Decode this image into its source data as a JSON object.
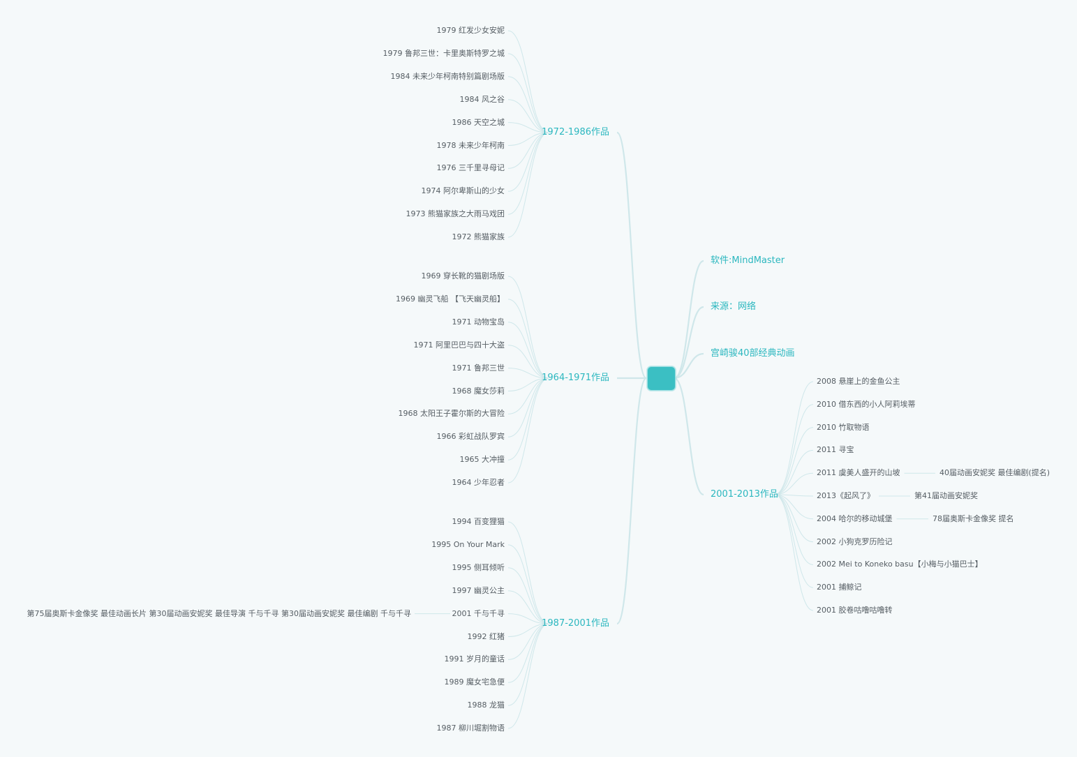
{
  "colors": {
    "background": "#f5f9fa",
    "branch_text": "#2bb7bf",
    "leaf_text": "#555d63",
    "root_fill": "#3bbfc3",
    "connector": "#cfe7ea"
  },
  "root": {
    "label": ""
  },
  "left": [
    {
      "label": "1972-1986作品",
      "children": [
        {
          "label": "1979 红发少女安妮"
        },
        {
          "label": "1979 鲁邦三世：卡里奥斯特罗之城"
        },
        {
          "label": "1984 未来少年柯南特别篇剧场版"
        },
        {
          "label": "1984 风之谷"
        },
        {
          "label": "1986 天空之城"
        },
        {
          "label": "1978 未来少年柯南"
        },
        {
          "label": "1976 三千里寻母记"
        },
        {
          "label": "1974 阿尔卑斯山的少女"
        },
        {
          "label": "1973 熊猫家族之大雨马戏团"
        },
        {
          "label": "1972 熊猫家族"
        }
      ]
    },
    {
      "label": "1964-1971作品",
      "children": [
        {
          "label": "1969 穿长靴的猫剧场版"
        },
        {
          "label": "1969 幽灵飞船 【飞天幽灵船】"
        },
        {
          "label": "1971 动物宝岛"
        },
        {
          "label": "1971 阿里巴巴与四十大盗"
        },
        {
          "label": "1971 鲁邦三世"
        },
        {
          "label": "1968 魔女莎莉"
        },
        {
          "label": "1968 太阳王子霍尔斯的大冒险"
        },
        {
          "label": "1966 彩虹战队罗宾"
        },
        {
          "label": "1965 大冲撞"
        },
        {
          "label": "1964 少年忍者"
        }
      ]
    },
    {
      "label": "1987-2001作品",
      "children": [
        {
          "label": "1994 百变狸猫"
        },
        {
          "label": "1995 On Your Mark"
        },
        {
          "label": "1995 侧耳倾听"
        },
        {
          "label": "1997 幽灵公主"
        },
        {
          "label": "2001 千与千寻",
          "note": "第75届奥斯卡金像奖 最佳动画长片 第30届动画安妮奖 最佳导演 千与千寻 第30届动画安妮奖 最佳编剧 千与千寻"
        },
        {
          "label": "1992 红猪"
        },
        {
          "label": "1991 岁月的童话"
        },
        {
          "label": "1989 魔女宅急便"
        },
        {
          "label": "1988 龙猫"
        },
        {
          "label": "1987 柳川堀割物语"
        }
      ]
    }
  ],
  "right": [
    {
      "label": "软件:MindMaster"
    },
    {
      "label": "来源：网络"
    },
    {
      "label": "宫崎骏40部经典动画"
    },
    {
      "label": "2001-2013作品",
      "children": [
        {
          "label": "2008 悬崖上的金鱼公主"
        },
        {
          "label": "2010 借东西的小人阿莉埃蒂"
        },
        {
          "label": "2010 竹取物语"
        },
        {
          "label": "2011 寻宝"
        },
        {
          "label": "2011 虞美人盛开的山坡",
          "note": "40届动画安妮奖 最佳编剧(提名)"
        },
        {
          "label": "2013《起风了》",
          "note": "第41届动画安妮奖"
        },
        {
          "label": "2004 哈尔的移动城堡",
          "note": "78届奥斯卡金像奖 提名"
        },
        {
          "label": "2002 小狗克罗历险记"
        },
        {
          "label": "2002 Mei to Koneko basu【小梅与小猫巴士】"
        },
        {
          "label": "2001 捕鲸记"
        },
        {
          "label": "2001 胶卷咕噜咕噜转"
        }
      ]
    }
  ]
}
